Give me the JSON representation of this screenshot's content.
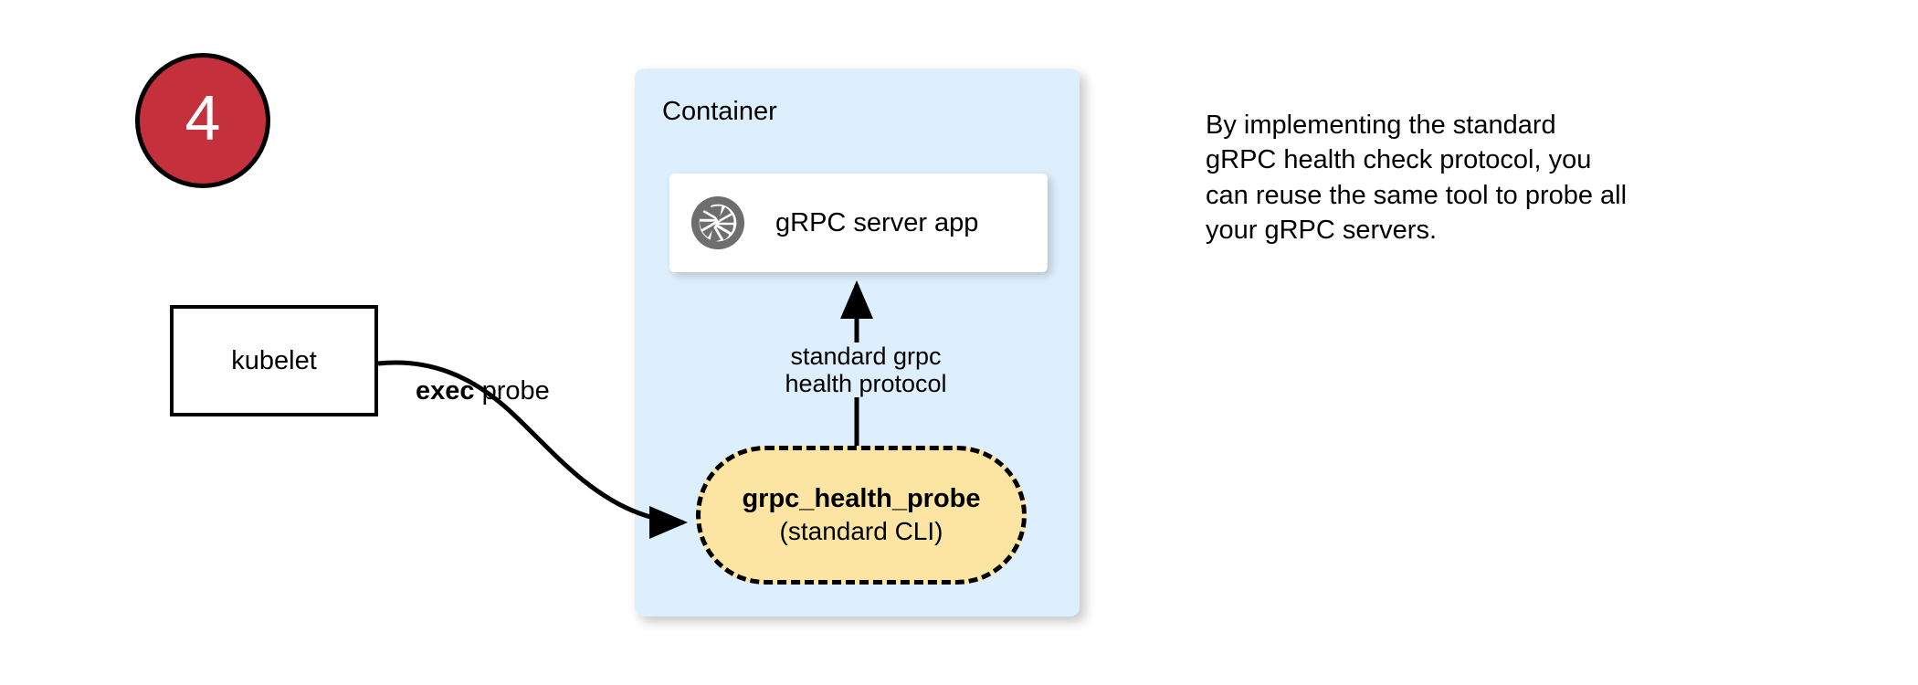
{
  "step": {
    "number": "4",
    "badge_color": "#c5303d",
    "badge_border_color": "#000000",
    "number_color": "#ffffff"
  },
  "container": {
    "title": "Container",
    "fill_color": "#ddeffc"
  },
  "app_card": {
    "label": "gRPC server app",
    "icon": "grpc-aperture-icon",
    "icon_color": "#6e6e6e",
    "fill_color": "#ffffff"
  },
  "kubelet": {
    "label": "kubelet",
    "fill_color": "#ffffff",
    "border_color": "#000000"
  },
  "edges": {
    "exec_probe_label_bold": "exec",
    "exec_probe_label_rest": " probe",
    "protocol_label": "standard grpc\nhealth protocol"
  },
  "probe_node": {
    "title": "grpc_health_probe",
    "subtitle": "(standard CLI)",
    "fill_color": "#fce5a2",
    "border_color": "#000000",
    "border_style": "dashed"
  },
  "annotation": {
    "text": "By implementing the standard\ngRPC health check protocol, you\ncan reuse the same tool to probe all\nyour gRPC servers."
  }
}
